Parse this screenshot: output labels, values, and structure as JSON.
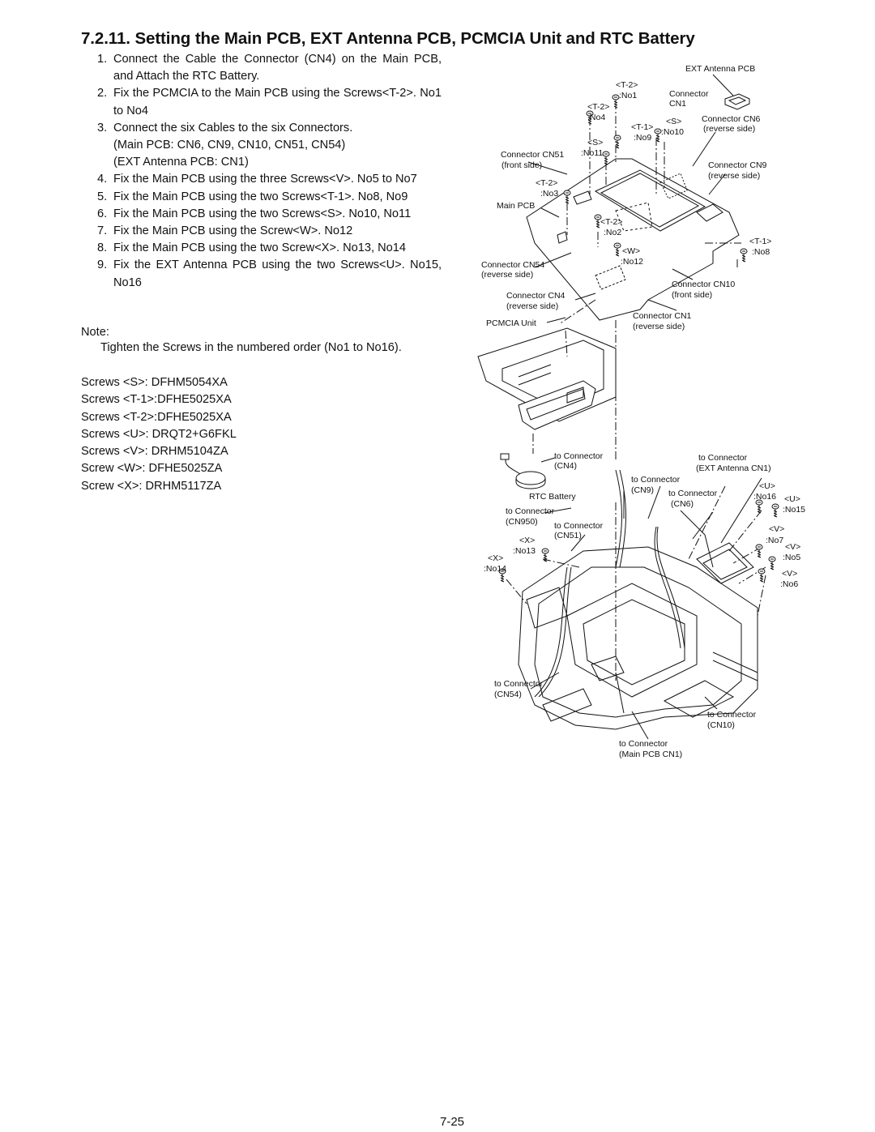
{
  "section_title": "7.2.11.  Setting the Main PCB, EXT Antenna PCB, PCMCIA Unit and RTC Battery",
  "steps": [
    {
      "num": "1.",
      "lines": [
        "Connect the Cable the Connector (CN4) on the Main PCB, and Attach the RTC Battery."
      ]
    },
    {
      "num": "2.",
      "lines": [
        "Fix the PCMCIA to the Main PCB using the Screws<T-2>. No1 to No4"
      ]
    },
    {
      "num": "3.",
      "lines": [
        "Connect the six Cables to the six Connectors.",
        "(Main PCB: CN6, CN9, CN10, CN51, CN54)",
        "(EXT Antenna PCB: CN1)"
      ]
    },
    {
      "num": "4.",
      "lines": [
        "Fix the Main PCB using the three Screws<V>. No5 to No7"
      ]
    },
    {
      "num": "5.",
      "lines": [
        "Fix the Main PCB using the two Screws<T-1>. No8, No9"
      ]
    },
    {
      "num": "6.",
      "lines": [
        "Fix the Main PCB using the two Screws<S>. No10, No11"
      ]
    },
    {
      "num": "7.",
      "lines": [
        "Fix the Main PCB using the Screw<W>. No12"
      ]
    },
    {
      "num": "8.",
      "lines": [
        "Fix the Main PCB using the two Screw<X>. No13, No14"
      ]
    },
    {
      "num": "9.",
      "lines": [
        "Fix the EXT Antenna PCB using the two Screws<U>. No15, No16"
      ]
    }
  ],
  "note": {
    "heading": "Note:",
    "text": "Tighten the Screws in the numbered order (No1 to No16)."
  },
  "screws": [
    "Screws <S>: DFHM5054XA",
    "Screws <T-1>:DFHE5025XA",
    "Screws <T-2>:DFHE5025XA",
    "Screws <U>: DRQT2+G6FKL",
    "Screws <V>: DRHM5104ZA",
    "Screw <W>: DFHE5025ZA",
    "Screw <X>: DRHM5117ZA"
  ],
  "figure_labels": {
    "ext_antenna_pcb": "EXT Antenna PCB",
    "connector": "Connector",
    "cn1": "CN1",
    "connector_cn6": "Connector CN6",
    "reverse_side": "(reverse side)",
    "front_side": "(front side)",
    "connector_cn9": "Connector CN9",
    "connector_cn51": "Connector CN51",
    "main_pcb": "Main PCB",
    "connector_cn54": "Connector CN54",
    "connector_cn4": "Connector CN4",
    "connector_cn10": "Connector CN10",
    "connector_cn1": "Connector CN1",
    "pcmcia_unit": "PCMCIA Unit",
    "rtc_battery": "RTC Battery",
    "to_connector": "to Connector",
    "cn4_p": "(CN4)",
    "cn9_p": "(CN9)",
    "cn6_p": "(CN6)",
    "cn950_p": "(CN950)",
    "cn51_p": "(CN51)",
    "cn54_p": "(CN54)",
    "cn10_p": "(CN10)",
    "main_pcb_cn1_p": "(Main PCB CN1)",
    "ext_antenna_cn1_p": "(EXT Antenna CN1)",
    "t2": "<T-2>",
    "t1": "<T-1>",
    "s": "<S>",
    "u": "<U>",
    "v": "<V>",
    "w": "<W>",
    "x": "<X>",
    "no1": ":No1",
    "no2": ":No2",
    "no3": ":No3",
    "no4": ":No4",
    "no5": ":No5",
    "no6": ":No6",
    "no7": ":No7",
    "no8": ":No8",
    "no9": ":No9",
    "no10": ":No10",
    "no11": ":No11",
    "no12": ":No12",
    "no13": ":No13",
    "no14": ":No14",
    "no15": ":No15",
    "no16": ":No16"
  },
  "page_number": "7-25"
}
